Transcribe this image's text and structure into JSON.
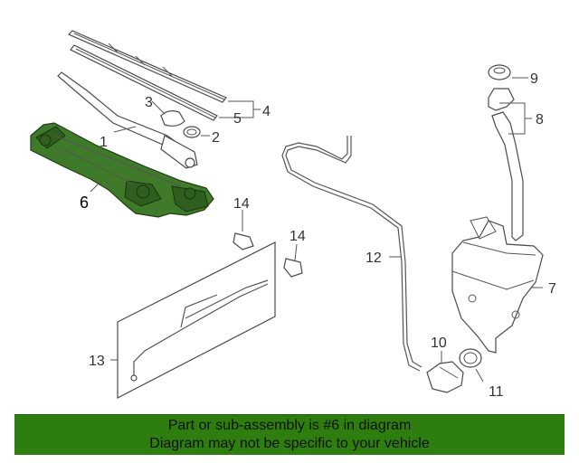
{
  "callouts": {
    "c1": "1",
    "c2": "2",
    "c3": "3",
    "c4": "4",
    "c5": "5",
    "c6": "6",
    "c7": "7",
    "c8": "8",
    "c9": "9",
    "c10": "10",
    "c11": "11",
    "c12": "12",
    "c13": "13",
    "c14a": "14",
    "c14b": "14"
  },
  "banner": {
    "line1": "Part or sub-assembly is #6 in diagram",
    "line2": "Diagram may not be specific to your vehicle",
    "color": "#2e7d0f"
  },
  "highlight_color": "#3f7a2a"
}
